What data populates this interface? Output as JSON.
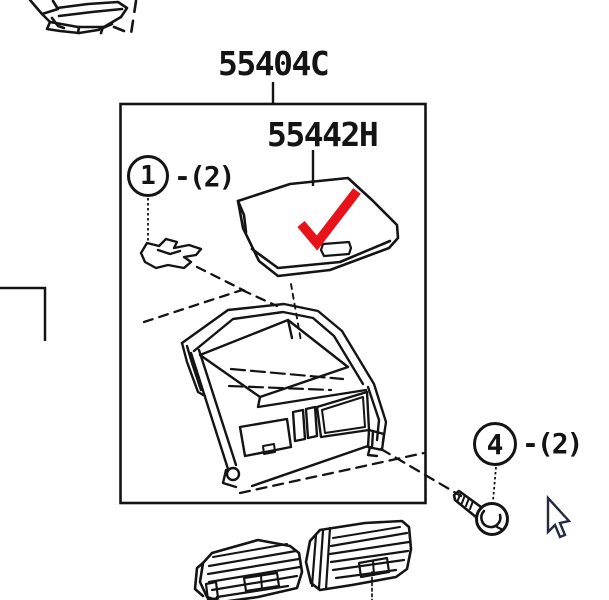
{
  "diagram": {
    "main_part_number": "55404C",
    "selected_part_number": "55442H",
    "callout_1": {
      "number": "1",
      "quantity": "-(2)"
    },
    "callout_4": {
      "number": "4",
      "quantity": "-(2)"
    },
    "colors": {
      "line": "#141414",
      "highlight_check": "#e8131a",
      "background": "#ffffff",
      "cursor_outline": "#222c3e"
    }
  }
}
